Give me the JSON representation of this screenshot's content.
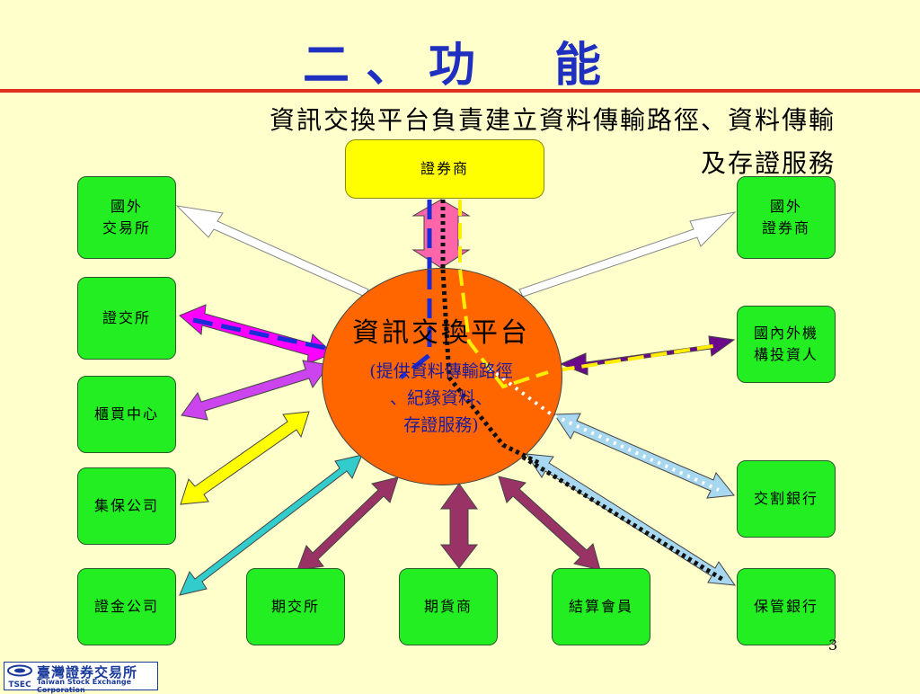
{
  "slide": {
    "title": "二、功　能",
    "subtitle": "資訊交換平台負責建立資料傳輸路徑、資料傳輸\n及存證服務",
    "page_number": "3"
  },
  "hub": {
    "title": "資訊交換平台",
    "subtitle": "(提供資料傳輸路徑\n、紀錄資料、\n存證服務)"
  },
  "nodes": {
    "broker": "證券商",
    "foreign_exchange": "國外\n交易所",
    "foreign_broker": "國外\n證券商",
    "twse": "證交所",
    "institutional": "國內外機\n構投資人",
    "otc": "櫃買中心",
    "tdcc": "集保公司",
    "settlement_bank": "交割銀行",
    "securities_finance": "證金公司",
    "futures_exchange": "期交所",
    "futures_broker": "期貨商",
    "clearing_member": "結算會員",
    "custodian_bank": "保管銀行"
  },
  "colors": {
    "hub": "#ff6600",
    "node": "#22ee22",
    "broker_node": "#ffff00",
    "title": "#1f2fbf",
    "rule": "#e0301e",
    "arrow_magenta": "#ff00ff",
    "arrow_violet": "#cc44ee",
    "arrow_yellow": "#ffff00",
    "arrow_cyan": "#33cccc",
    "arrow_maroon": "#993366",
    "arrow_pink": "#ff66aa",
    "arrow_purple": "#6a0a8a",
    "arrow_lightblue": "#a8d8f0",
    "route_blue": "#1a2bd8",
    "route_black": "#111111",
    "route_yellow": "#ffee00",
    "route_white": "#ffffff"
  },
  "footer": {
    "logo_name": "臺灣證券交易所",
    "logo_english": "Taiwan Stock Exchange Corporation",
    "logo_mark": "TSEC"
  }
}
